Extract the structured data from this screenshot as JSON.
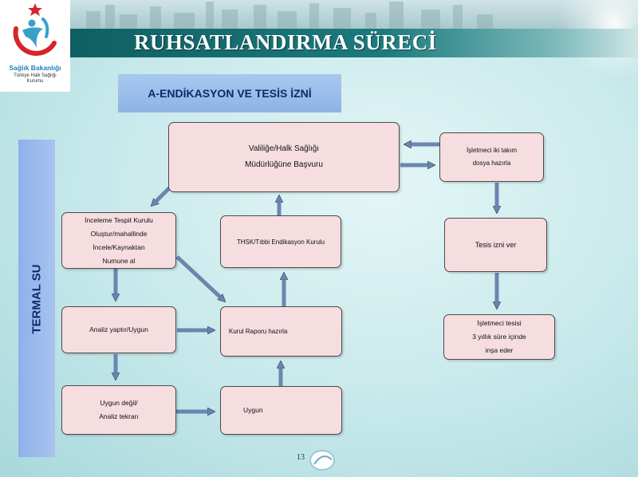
{
  "header": {
    "title": "RUHSATLANDIRMA SÜRECİ"
  },
  "logo": {
    "brand": "Sağlık Bakanlığı",
    "sub_line1": "Türkiye Halk Sağlığı",
    "sub_line2": "Kurumu"
  },
  "subtitle": "A-ENDİKASYON VE TESİS İZNİ",
  "side_label": "TERMAL SU",
  "boxes": {
    "valilik": {
      "lines": [
        "Valiliğe/Halk Sağlığı",
        "Müdürlüğüne Başvuru"
      ]
    },
    "isletmeci_dosya": {
      "lines": [
        "İşletmeci iki takım",
        "dosya hazırla"
      ]
    },
    "inceleme": {
      "lines": [
        "İnceleme Tespit Kurulu",
        "Oluştur/mahallinde",
        "İncele/Kaynaktan",
        "Numune al"
      ]
    },
    "thsk": {
      "lines": [
        "THSK/Tıbbi Endikasyon Kurulu"
      ]
    },
    "tesis_izni": {
      "lines": [
        "Tesis izni ver"
      ]
    },
    "analiz": {
      "lines": [
        "Analiz yaptır/Uygun"
      ]
    },
    "kurul_raporu": {
      "lines": [
        "Kurul Raporu hazırla"
      ]
    },
    "isletmeci_tesis": {
      "lines": [
        "İşletmeci tesisi",
        "3 yıllık süre içinde",
        "inşa eder"
      ]
    },
    "uygun_degil": {
      "lines": [
        "Uygun değil/",
        "Analiz tekrarı"
      ]
    },
    "uygun": {
      "lines": [
        "Uygun"
      ]
    }
  },
  "page_number": "13",
  "colors": {
    "title_bar": "#1b7a7d",
    "subtitle_box": "#9bbdeb",
    "box_fill": "#f5dde0",
    "arrow_fill": "#6a86b0",
    "side_bar": "#9bb8ed"
  }
}
